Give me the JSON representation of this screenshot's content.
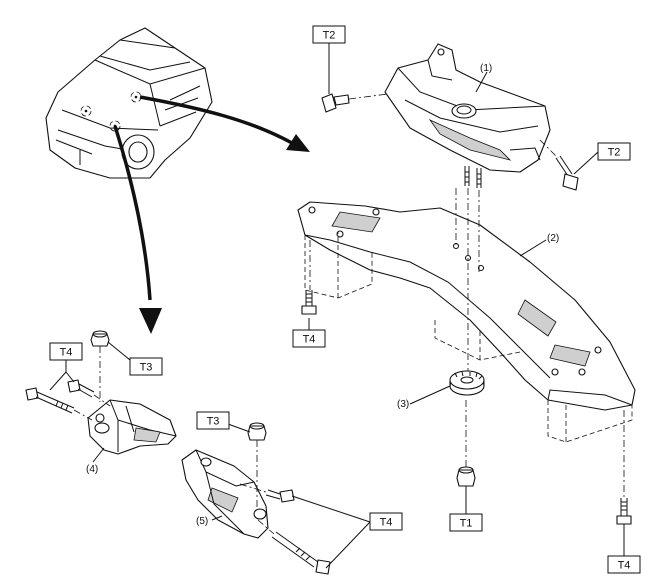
{
  "callouts": {
    "t2_top": "T2",
    "t2_right": "T2",
    "t4_crossmember": "T4",
    "t4_left_mount": "T4",
    "t3_left_mount": "T3",
    "t3_bracket": "T3",
    "t4_bracket": "T4",
    "t1_bottom": "T1",
    "t4_bottom_right": "T4"
  },
  "part_numbers": {
    "p1": "(1)",
    "p2": "(2)",
    "p3": "(3)",
    "p4": "(4)",
    "p5": "(5)"
  }
}
